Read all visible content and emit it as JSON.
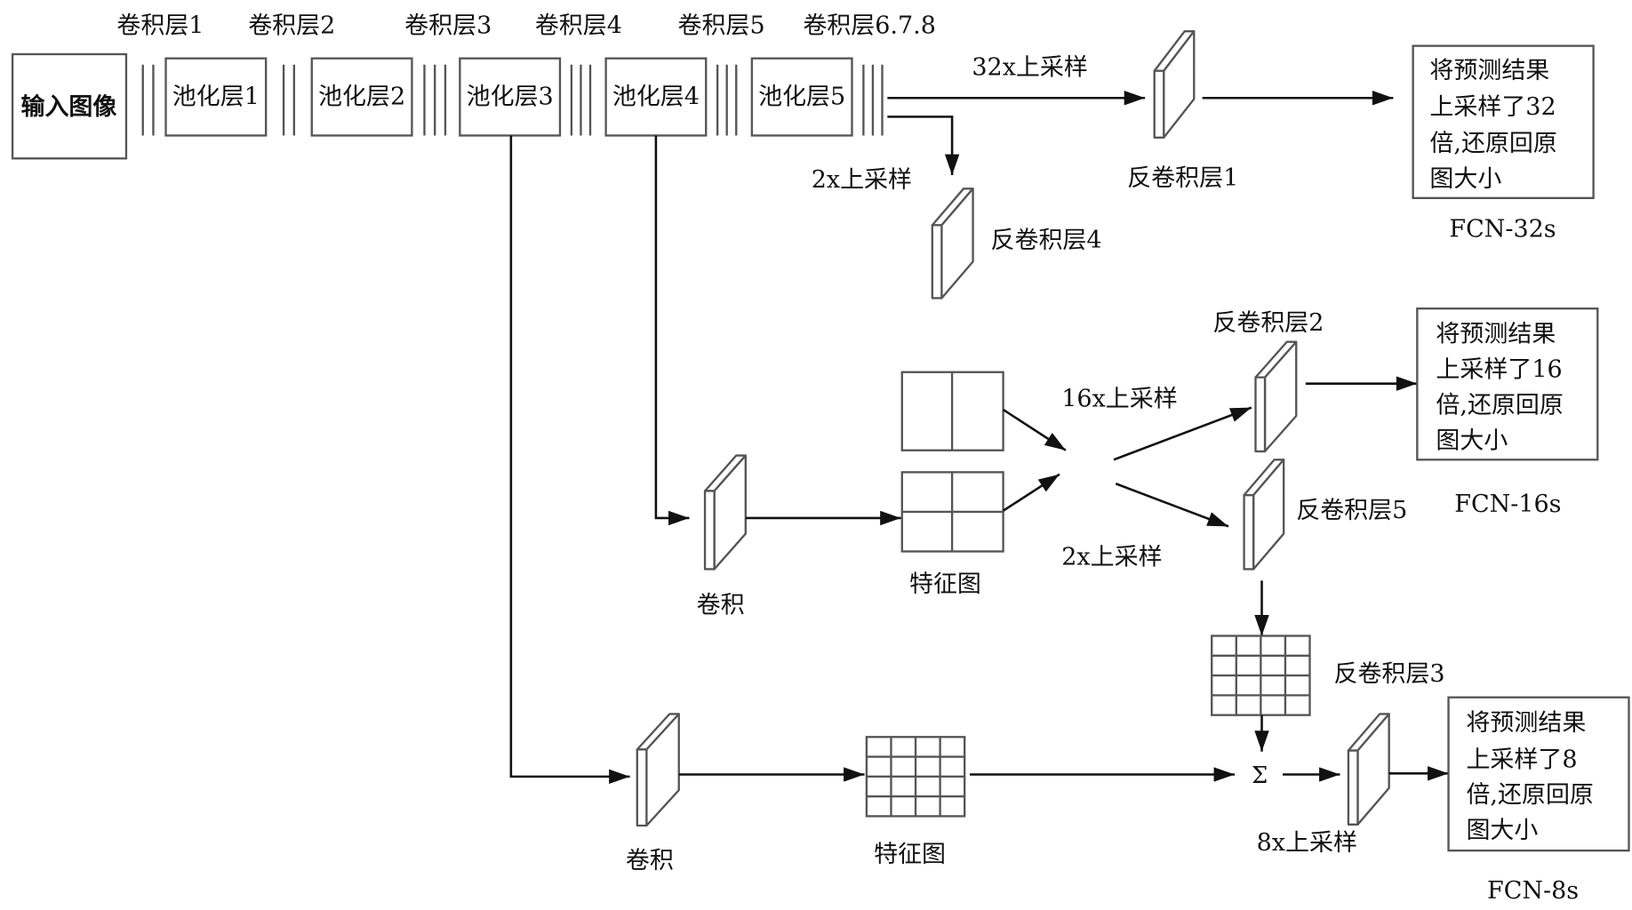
{
  "diagram": {
    "title": "FCN-32s / FCN-16s / FCN-8s architecture",
    "conv_layers": [
      "卷积层1",
      "卷积层2",
      "卷积层3",
      "卷积层4",
      "卷积层5",
      "卷积层6.7.8"
    ],
    "input": "输入图像",
    "pool_layers": [
      "池化层1",
      "池化层2",
      "池化层3",
      "池化层4",
      "池化层5"
    ],
    "fcn32": {
      "upsample_label": "32x上采样",
      "deconv_label": "反卷积层1",
      "result_lines": [
        "将预测结果",
        "上采样了32",
        "倍,还原回原",
        "图大小"
      ],
      "name": "FCN-32s"
    },
    "branch_2x": {
      "upsample_label": "2x上采样",
      "deconv_label": "反卷积层4"
    },
    "fcn16": {
      "conv_label": "卷积",
      "feature_label": "特征图",
      "upsample16_label": "16x上采样",
      "upsample2_label": "2x上采样",
      "deconv2_label": "反卷积层2",
      "deconv5_label": "反卷积层5",
      "result_lines": [
        "将预测结果",
        "上采样了16",
        "倍,还原回原",
        "图大小"
      ],
      "name": "FCN-16s"
    },
    "fcn8": {
      "conv_label": "卷积",
      "feature_label": "特征图",
      "deconv3_label": "反卷积层3",
      "sum_symbol": "Σ",
      "upsample_label": "8x上采样",
      "result_lines": [
        "将预测结果",
        "上采样了8",
        "倍,还原回原",
        "图大小"
      ],
      "name": "FCN-8s"
    }
  }
}
